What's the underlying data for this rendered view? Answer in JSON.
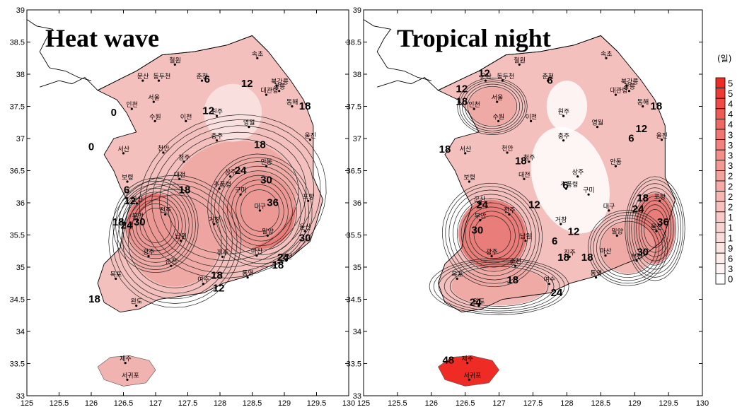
{
  "panels": [
    {
      "title": "Heat wave",
      "region_colors": {
        "outer": "#f3c0bd",
        "mid": "#eea39f",
        "core": "#e46763",
        "jeju": "#f0b3b0"
      },
      "contour_labels": [
        {
          "text": "6",
          "lon": 127.8,
          "lat": 37.87
        },
        {
          "text": "12",
          "lon": 128.42,
          "lat": 37.8
        },
        {
          "text": "12",
          "lon": 127.82,
          "lat": 37.38
        },
        {
          "text": "18",
          "lon": 129.32,
          "lat": 37.45
        },
        {
          "text": "0",
          "lon": 126.35,
          "lat": 37.35
        },
        {
          "text": "18",
          "lon": 128.62,
          "lat": 36.85
        },
        {
          "text": "0",
          "lon": 126.0,
          "lat": 36.82
        },
        {
          "text": "24",
          "lon": 128.32,
          "lat": 36.45
        },
        {
          "text": "30",
          "lon": 128.72,
          "lat": 36.3
        },
        {
          "text": "18",
          "lon": 127.45,
          "lat": 36.15
        },
        {
          "text": "6",
          "lon": 126.55,
          "lat": 36.15
        },
        {
          "text": "12",
          "lon": 126.6,
          "lat": 35.98
        },
        {
          "text": "36",
          "lon": 128.82,
          "lat": 35.95
        },
        {
          "text": "18",
          "lon": 126.42,
          "lat": 35.65
        },
        {
          "text": "24",
          "lon": 126.55,
          "lat": 35.6
        },
        {
          "text": "30",
          "lon": 126.75,
          "lat": 35.65
        },
        {
          "text": "30",
          "lon": 129.32,
          "lat": 35.4
        },
        {
          "text": "24",
          "lon": 128.98,
          "lat": 35.1
        },
        {
          "text": "18",
          "lon": 128.9,
          "lat": 34.98
        },
        {
          "text": "18",
          "lon": 127.95,
          "lat": 34.82
        },
        {
          "text": "12",
          "lon": 127.98,
          "lat": 34.62
        },
        {
          "text": "18",
          "lon": 126.05,
          "lat": 34.45
        }
      ]
    },
    {
      "title": "Tropical night",
      "region_colors": {
        "outer": "#f3c0bd",
        "mid": "#eea39f",
        "core": "#e46763",
        "jeju": "#ee2b24"
      },
      "contour_labels": [
        {
          "text": "12",
          "lon": 126.78,
          "lat": 37.96
        },
        {
          "text": "6",
          "lon": 127.75,
          "lat": 37.85
        },
        {
          "text": "12",
          "lon": 126.45,
          "lat": 37.72
        },
        {
          "text": "18",
          "lon": 126.45,
          "lat": 37.52
        },
        {
          "text": "18",
          "lon": 129.32,
          "lat": 37.45
        },
        {
          "text": "12",
          "lon": 129.1,
          "lat": 37.1
        },
        {
          "text": "6",
          "lon": 128.95,
          "lat": 36.95
        },
        {
          "text": "18",
          "lon": 126.2,
          "lat": 36.78
        },
        {
          "text": "18",
          "lon": 127.32,
          "lat": 36.6
        },
        {
          "text": "6",
          "lon": 127.98,
          "lat": 36.22
        },
        {
          "text": "24",
          "lon": 126.75,
          "lat": 35.92
        },
        {
          "text": "12",
          "lon": 127.52,
          "lat": 35.92
        },
        {
          "text": "18",
          "lon": 129.12,
          "lat": 36.02
        },
        {
          "text": "24",
          "lon": 129.05,
          "lat": 35.85
        },
        {
          "text": "30",
          "lon": 126.68,
          "lat": 35.52
        },
        {
          "text": "12",
          "lon": 128.1,
          "lat": 35.5
        },
        {
          "text": "6",
          "lon": 127.82,
          "lat": 35.35
        },
        {
          "text": "36",
          "lon": 129.42,
          "lat": 35.65
        },
        {
          "text": "30",
          "lon": 129.12,
          "lat": 35.18
        },
        {
          "text": "18",
          "lon": 127.95,
          "lat": 35.1
        },
        {
          "text": "18",
          "lon": 128.3,
          "lat": 35.1
        },
        {
          "text": "18",
          "lon": 127.2,
          "lat": 34.75
        },
        {
          "text": "24",
          "lon": 127.85,
          "lat": 34.55
        },
        {
          "text": "24",
          "lon": 126.65,
          "lat": 34.4
        },
        {
          "text": "48",
          "lon": 126.25,
          "lat": 33.5
        }
      ]
    }
  ],
  "x_ticks": [
    "125",
    "125.5",
    "126",
    "126.5",
    "127",
    "127.5",
    "128",
    "128.5",
    "129",
    "129.5",
    "130"
  ],
  "y_ticks": [
    "33",
    "33.5",
    "34",
    "34.5",
    "35",
    "35.5",
    "36",
    "36.5",
    "37",
    "37.5",
    "38",
    "38.5",
    "39"
  ],
  "stations": [
    {
      "name": "철원",
      "lon": 127.3,
      "lat": 38.15
    },
    {
      "name": "문산",
      "lon": 126.8,
      "lat": 37.9
    },
    {
      "name": "동두천",
      "lon": 127.05,
      "lat": 37.9
    },
    {
      "name": "춘천",
      "lon": 127.72,
      "lat": 37.9
    },
    {
      "name": "속초",
      "lon": 128.58,
      "lat": 38.25
    },
    {
      "name": "북강릉",
      "lon": 128.88,
      "lat": 37.82
    },
    {
      "name": "대관령",
      "lon": 128.72,
      "lat": 37.68
    },
    {
      "name": "강릉",
      "lon": 128.92,
      "lat": 37.74
    },
    {
      "name": "서울",
      "lon": 126.97,
      "lat": 37.57
    },
    {
      "name": "인천",
      "lon": 126.63,
      "lat": 37.46
    },
    {
      "name": "원주",
      "lon": 127.95,
      "lat": 37.35
    },
    {
      "name": "수원",
      "lon": 126.99,
      "lat": 37.27
    },
    {
      "name": "이천",
      "lon": 127.47,
      "lat": 37.27
    },
    {
      "name": "동해",
      "lon": 129.12,
      "lat": 37.5
    },
    {
      "name": "영월",
      "lon": 128.45,
      "lat": 37.18
    },
    {
      "name": "충주",
      "lon": 127.95,
      "lat": 36.97
    },
    {
      "name": "울진",
      "lon": 129.4,
      "lat": 36.98
    },
    {
      "name": "서산",
      "lon": 126.5,
      "lat": 36.77
    },
    {
      "name": "천안",
      "lon": 127.12,
      "lat": 36.78
    },
    {
      "name": "청주",
      "lon": 127.44,
      "lat": 36.64
    },
    {
      "name": "안동",
      "lon": 128.72,
      "lat": 36.57
    },
    {
      "name": "대전",
      "lon": 127.37,
      "lat": 36.37
    },
    {
      "name": "상주",
      "lon": 128.16,
      "lat": 36.41
    },
    {
      "name": "보령",
      "lon": 126.56,
      "lat": 36.33
    },
    {
      "name": "추풍령",
      "lon": 127.99,
      "lat": 36.22
    },
    {
      "name": "구미",
      "lon": 128.32,
      "lat": 36.13
    },
    {
      "name": "포항",
      "lon": 129.37,
      "lat": 36.03
    },
    {
      "name": "군산",
      "lon": 126.71,
      "lat": 35.99
    },
    {
      "name": "대구",
      "lon": 128.62,
      "lat": 35.88
    },
    {
      "name": "전주",
      "lon": 127.15,
      "lat": 35.82
    },
    {
      "name": "거창",
      "lon": 127.91,
      "lat": 35.67
    },
    {
      "name": "부안",
      "lon": 126.72,
      "lat": 35.73
    },
    {
      "name": "남원",
      "lon": 127.39,
      "lat": 35.41
    },
    {
      "name": "울산",
      "lon": 129.32,
      "lat": 35.56
    },
    {
      "name": "광주",
      "lon": 126.89,
      "lat": 35.17
    },
    {
      "name": "진주",
      "lon": 128.04,
      "lat": 35.16
    },
    {
      "name": "밀양",
      "lon": 128.74,
      "lat": 35.49
    },
    {
      "name": "부산",
      "lon": 129.03,
      "lat": 35.1
    },
    {
      "name": "순천",
      "lon": 127.24,
      "lat": 35.02
    },
    {
      "name": "마산",
      "lon": 128.57,
      "lat": 35.18
    },
    {
      "name": "통영",
      "lon": 128.43,
      "lat": 34.84
    },
    {
      "name": "목포",
      "lon": 126.38,
      "lat": 34.82
    },
    {
      "name": "여수",
      "lon": 127.74,
      "lat": 34.74
    },
    {
      "name": "완도",
      "lon": 126.7,
      "lat": 34.4
    },
    {
      "name": "제주",
      "lon": 126.53,
      "lat": 33.51
    },
    {
      "name": "서귀포",
      "lon": 126.56,
      "lat": 33.25
    }
  ],
  "legend": {
    "unit": "(일)",
    "labels": [
      "5",
      "5",
      "4",
      "4",
      "4",
      "3",
      "3",
      "3",
      "3",
      "2",
      "2",
      "2",
      "2",
      "1",
      "1",
      "1",
      "9",
      "6",
      "3",
      "0"
    ],
    "colors": [
      "#ee2b24",
      "#ee3a33",
      "#ef4a43",
      "#ef5a53",
      "#f06862",
      "#f17570",
      "#f2827d",
      "#f38e89",
      "#f39893",
      "#f4a29e",
      "#f5aca8",
      "#f6b6b2",
      "#f7c0bd",
      "#f8c9c6",
      "#f9d2cf",
      "#fadbd9",
      "#fbe4e2",
      "#fcecea",
      "#fdf4f3",
      "#ffffff"
    ]
  }
}
